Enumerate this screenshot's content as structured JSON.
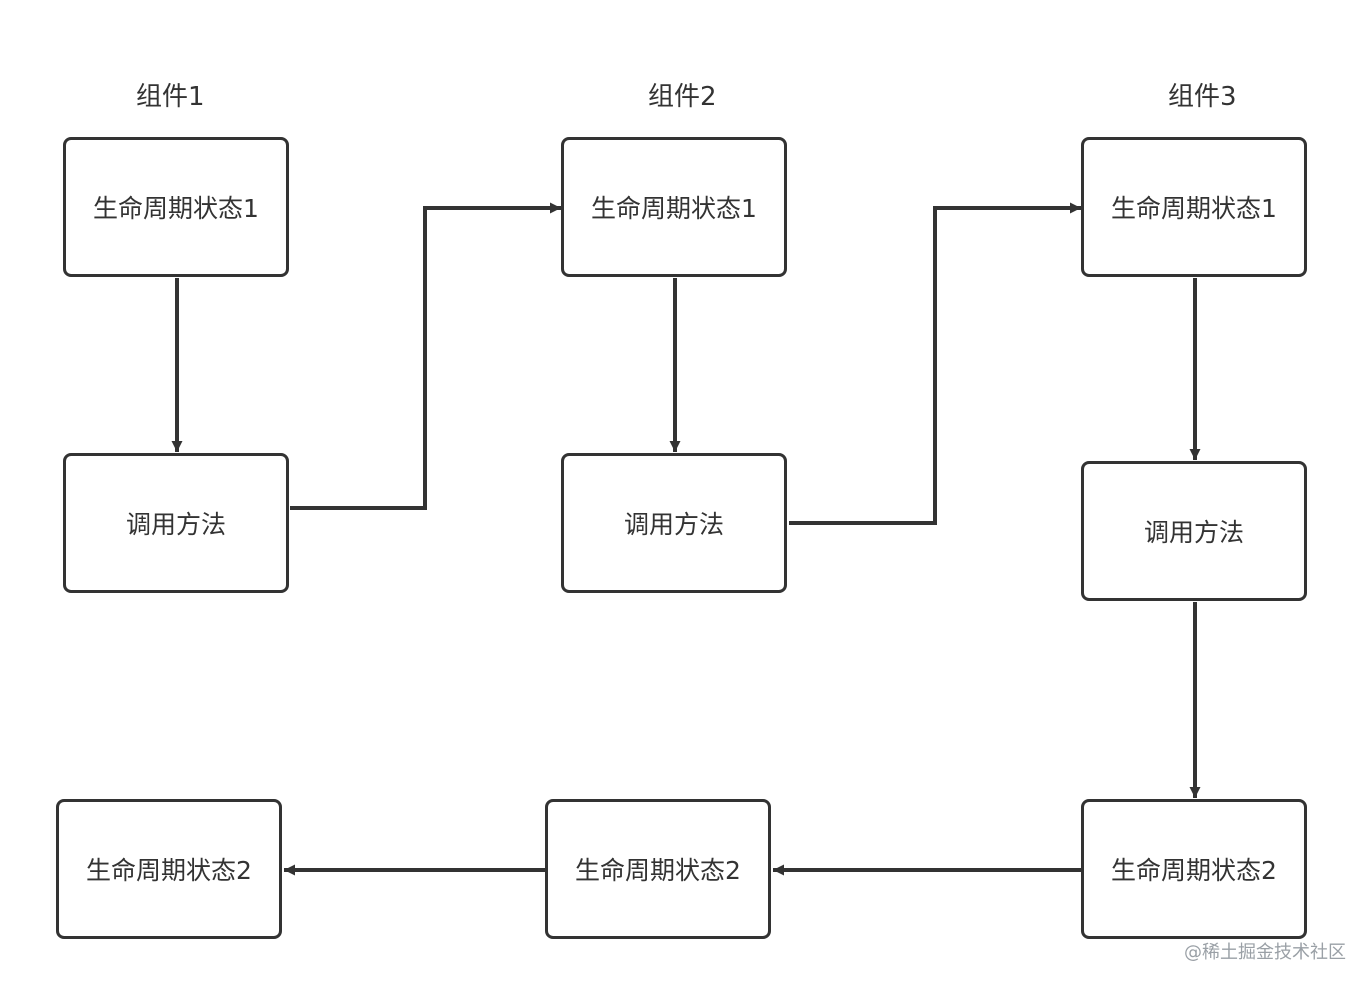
{
  "columns": [
    {
      "title": "组件1"
    },
    {
      "title": "组件2"
    },
    {
      "title": "组件3"
    }
  ],
  "nodes": {
    "c1_state1": "生命周期状态1",
    "c1_call": "调用方法",
    "c1_state2": "生命周期状态2",
    "c2_state1": "生命周期状态1",
    "c2_call": "调用方法",
    "c2_state2": "生命周期状态2",
    "c3_state1": "生命周期状态1",
    "c3_call": "调用方法",
    "c3_state2": "生命周期状态2"
  },
  "watermark": "@稀土掘金技术社区",
  "colors": {
    "stroke": "#333333",
    "background": "#ffffff",
    "watermark": "#9aa0a6"
  }
}
